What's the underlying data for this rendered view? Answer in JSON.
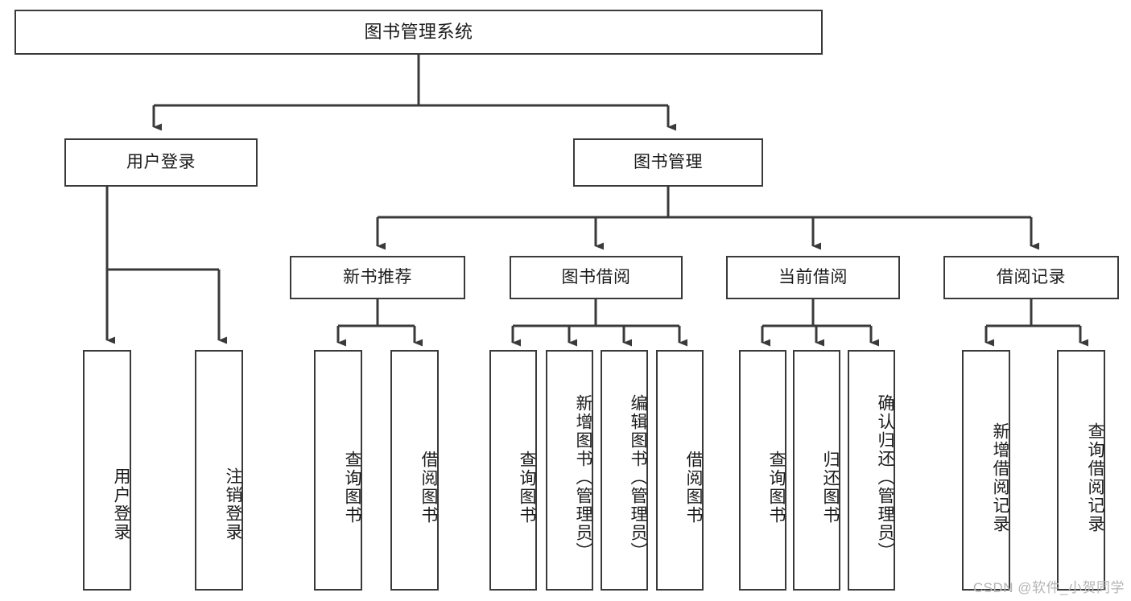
{
  "diagram": {
    "title": "图书管理系统",
    "type": "tree",
    "colors": {
      "line": "#3a3a3a",
      "box_border": "#3a3a3a",
      "box_fill": "#ffffff",
      "text": "#1b1b1b",
      "background": "#ffffff",
      "watermark": "#b4b4b4"
    },
    "nodes": {
      "root": {
        "label": "图书管理系统"
      },
      "level2": [
        {
          "id": "user-login",
          "label": "用户登录"
        },
        {
          "id": "book-manage",
          "label": "图书管理"
        }
      ],
      "level3": [
        {
          "id": "new-book-recommend",
          "label": "新书推荐"
        },
        {
          "id": "book-borrow",
          "label": "图书借阅"
        },
        {
          "id": "current-borrow",
          "label": "当前借阅"
        },
        {
          "id": "borrow-record",
          "label": "借阅记录"
        }
      ],
      "leaves": {
        "user-login": [
          {
            "id": "leaf-user-login",
            "label": "用户登录"
          },
          {
            "id": "leaf-logout-login",
            "label": "注销登录"
          }
        ],
        "new-book-recommend": [
          {
            "id": "leaf-query-book-1",
            "label": "查询图书"
          },
          {
            "id": "leaf-borrow-book-1",
            "label": "借阅图书"
          }
        ],
        "book-borrow": [
          {
            "id": "leaf-query-book-2",
            "label": "查询图书"
          },
          {
            "id": "leaf-add-book",
            "label": "新增图书（管理员）"
          },
          {
            "id": "leaf-edit-book",
            "label": "编辑图书（管理员）"
          },
          {
            "id": "leaf-borrow-book-2",
            "label": "借阅图书"
          }
        ],
        "current-borrow": [
          {
            "id": "leaf-query-book-3",
            "label": "查询图书"
          },
          {
            "id": "leaf-return-book",
            "label": "归还图书"
          },
          {
            "id": "leaf-confirm-return",
            "label": "确认归还（管理员）"
          }
        ],
        "borrow-record": [
          {
            "id": "leaf-add-record",
            "label": "新增借阅记录"
          },
          {
            "id": "leaf-query-record",
            "label": "查询借阅记录"
          }
        ]
      }
    },
    "watermark": "CSDN @软件_小贺同学"
  }
}
